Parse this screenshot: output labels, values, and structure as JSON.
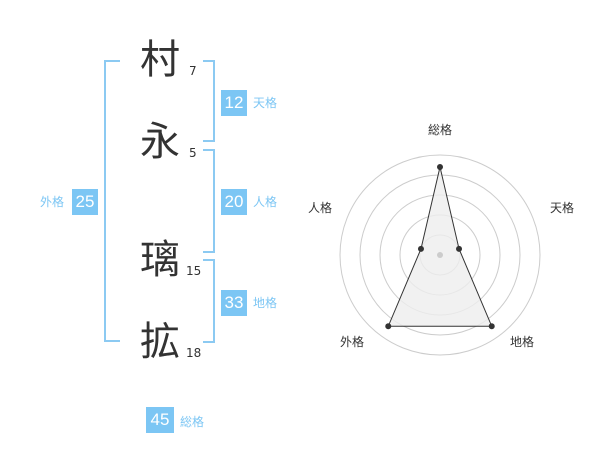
{
  "name": {
    "characters": [
      {
        "char": "村",
        "strokes": "7"
      },
      {
        "char": "永",
        "strokes": "5"
      },
      {
        "char": "璃",
        "strokes": "15"
      },
      {
        "char": "拡",
        "strokes": "18"
      }
    ]
  },
  "kakusu": {
    "tenkaku": {
      "value": "12",
      "label": "天格"
    },
    "jinkaku": {
      "value": "20",
      "label": "人格"
    },
    "chikaku": {
      "value": "33",
      "label": "地格"
    },
    "gaikaku": {
      "value": "25",
      "label": "外格"
    },
    "soukaku": {
      "value": "45",
      "label": "総格"
    }
  },
  "chart_data": {
    "type": "radar",
    "axes": [
      "総格",
      "天格",
      "地格",
      "外格",
      "人格"
    ],
    "values": [
      5,
      1,
      5,
      5,
      1
    ],
    "max": 5,
    "rings": 5,
    "colors": {
      "grid": "#cccccc",
      "fill": "#eeeeee",
      "line": "#333333"
    }
  }
}
